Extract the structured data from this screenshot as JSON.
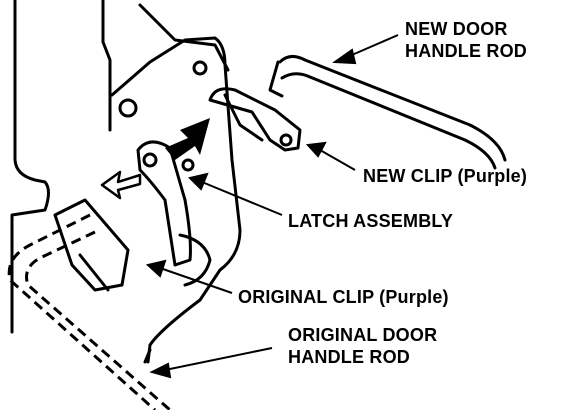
{
  "labels": {
    "new_rod": [
      "NEW DOOR",
      "HANDLE ROD"
    ],
    "new_clip": "NEW CLIP (Purple)",
    "latch": "LATCH ASSEMBLY",
    "orig_clip": "ORIGINAL CLIP (Purple)",
    "orig_rod": [
      "ORIGINAL DOOR",
      "HANDLE ROD"
    ]
  },
  "colors": {
    "ink": "#000000",
    "paper": "#ffffff"
  }
}
